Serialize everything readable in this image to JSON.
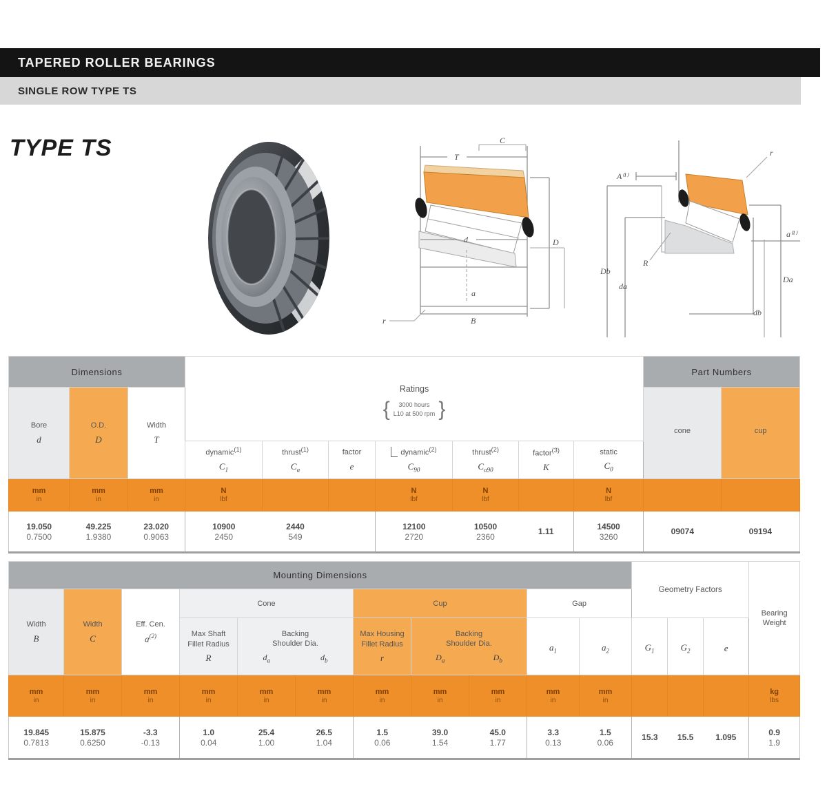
{
  "page": {
    "black_bar": "TAPERED ROLLER BEARINGS",
    "gray_bar": "SINGLE ROW TYPE TS",
    "section_title": "TYPE TS"
  },
  "colors": {
    "units_band_orange": "#EF8F2A",
    "column_highlight_orange": "#F5AA52",
    "group_header_gray": "#A9ACAE",
    "light_gray_column": "#E9EAEB",
    "cup_section_orange": "#F2A14A",
    "black_bar": "#141414"
  },
  "figures": {
    "photo": {
      "name": "tapered-roller-bearing-photo"
    },
    "diagram1": {
      "labels": [
        "T",
        "C",
        "d",
        "a",
        "B",
        "r",
        "D"
      ]
    },
    "diagram2": {
      "labels": [
        "A⁽¹⁾",
        "r",
        "Db",
        "da",
        "R",
        "a⁽¹⁾",
        "Da",
        "db"
      ]
    }
  },
  "table1": {
    "group_headers": {
      "dimensions": "Dimensions",
      "ratings": "Ratings",
      "parts": "Part Numbers"
    },
    "ratings_note": [
      "3000 hours",
      "L10 at 500 rpm"
    ],
    "columns": [
      {
        "label": "Bore",
        "sym": "d",
        "bg": "g"
      },
      {
        "label": "O.D.",
        "sym": "D",
        "bg": "o"
      },
      {
        "label": "Width",
        "sym": "T",
        "bg": "w"
      },
      {
        "label": "dynamic(1)",
        "sym": "C1"
      },
      {
        "label": "thrust(1)",
        "sym": "Ca"
      },
      {
        "label": "factor",
        "sym": "e"
      },
      {
        "label": "dynamic(2)",
        "sym": "C90",
        "bracket": true
      },
      {
        "label": "thrust(2)",
        "sym": "Ca90"
      },
      {
        "label": "factor(3)",
        "sym": "K"
      },
      {
        "label": "static",
        "sym": "C0"
      },
      {
        "label": "cone",
        "sym": "",
        "bg": "g"
      },
      {
        "label": "cup",
        "sym": "",
        "bg": "o"
      }
    ],
    "units": [
      "mm|in",
      "mm|in",
      "mm|in",
      "N|lbf",
      "",
      "",
      "N|lbf",
      "N|lbf",
      "",
      "N|lbf",
      "",
      ""
    ],
    "rows": [
      [
        "19.050|0.7500",
        "49.225|1.9380",
        "23.020|0.9063",
        "10900|2450",
        "2440|549",
        "",
        "12100|2720",
        "10500|2360",
        "1.11",
        "14500|3260",
        "09074",
        "09194"
      ]
    ]
  },
  "table2": {
    "group_header": "Mounting Dimensions",
    "subgroups": {
      "cone": "Cone",
      "cup": "Cup",
      "gap": "Gap",
      "geometry": "Geometry Factors",
      "weight": "Bearing Weight"
    },
    "columns": [
      {
        "label": "Width",
        "sym": "B",
        "bg": "g"
      },
      {
        "label": "Width",
        "sym": "C",
        "bg": "o"
      },
      {
        "label": "Eff. Cen.",
        "sym": "a(2)",
        "bg": "w"
      }
    ],
    "cone_cols": {
      "fillet_label": "Max Shaft|Fillet Radius",
      "fillet_sym": "R",
      "backing_label": "Backing|Shoulder Dia.",
      "backing_syms": [
        "da",
        "db"
      ]
    },
    "cup_cols": {
      "fillet_label": "Max Housing|Fillet Radius",
      "fillet_sym": "r",
      "backing_label": "Backing|Shoulder Dia.",
      "backing_syms": [
        "Da",
        "Db"
      ]
    },
    "gap_syms": [
      "a1",
      "a2"
    ],
    "geometry_syms": [
      "G1",
      "G2",
      "e"
    ],
    "units": [
      "mm|in",
      "mm|in",
      "mm|in",
      "mm|in",
      "mm|in",
      "mm|in",
      "mm|in",
      "mm|in",
      "mm|in",
      "mm|in",
      "mm|in",
      "",
      "",
      "",
      "kg|lbs"
    ],
    "rows": [
      [
        "19.845|0.7813",
        "15.875|0.6250",
        "-3.3|-0.13",
        "1.0|0.04",
        "25.4|1.00",
        "26.5|1.04",
        "1.5|0.06",
        "39.0|1.54",
        "45.0|1.77",
        "3.3|0.13",
        "1.5|0.06",
        "15.3",
        "15.5",
        "1.095",
        "0.9|1.9"
      ]
    ]
  }
}
